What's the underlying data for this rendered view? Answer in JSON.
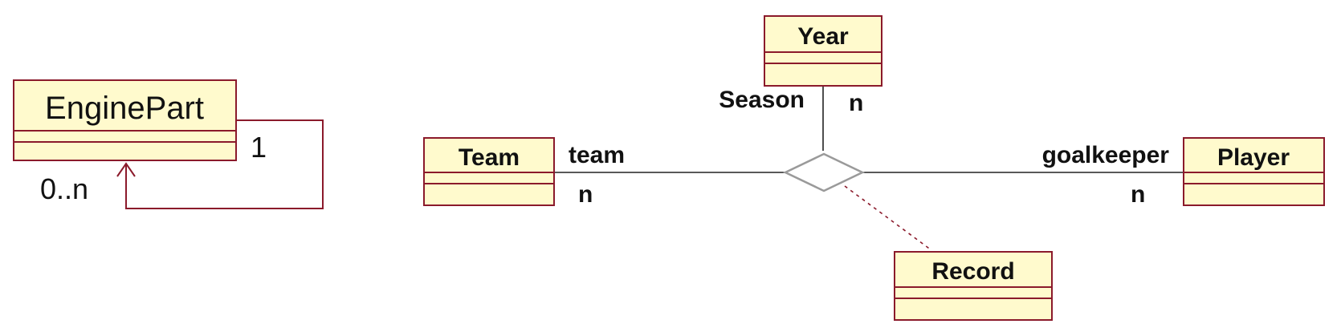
{
  "classes": {
    "engine_part": "EnginePart",
    "year": "Year",
    "team": "Team",
    "player": "Player",
    "record": "Record"
  },
  "self_association": {
    "multiplicity_one": "1",
    "multiplicity_many": "0..n"
  },
  "nary_association": {
    "year_role": "Season",
    "year_multiplicity": "n",
    "team_role": "team",
    "team_multiplicity": "n",
    "player_role": "goalkeeper",
    "player_multiplicity": "n"
  },
  "colors": {
    "class_fill": "#fffacd",
    "class_border": "#8b1a2b",
    "line": "#222222",
    "diamond_border": "#9a9a9a"
  }
}
